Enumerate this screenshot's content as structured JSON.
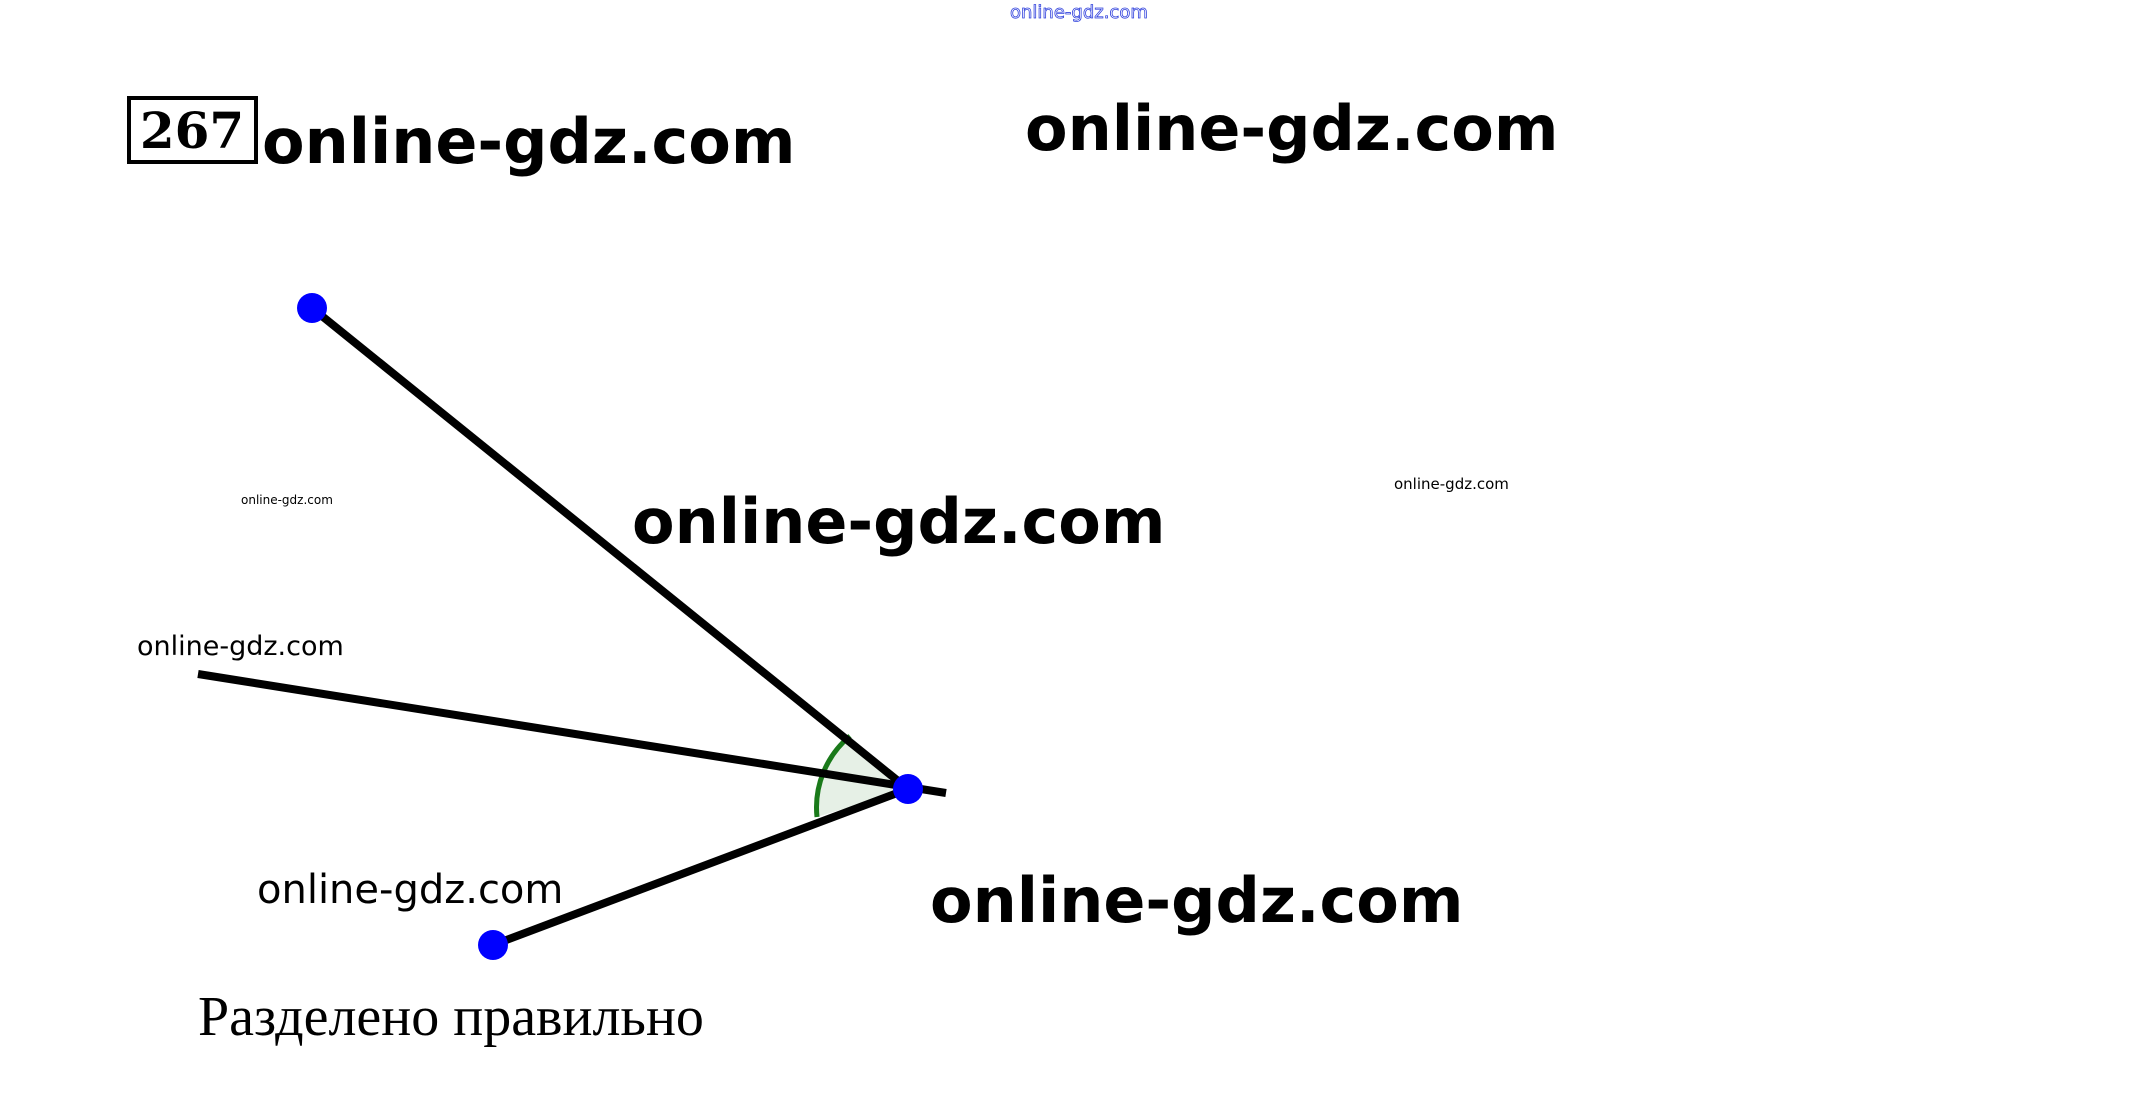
{
  "problem_number": "267",
  "caption": "Разделено правильно",
  "watermarks": [
    "online-gdz.com",
    "online-gdz.com",
    "online-gdz.com",
    "online-gdz.com",
    "online-gdz.com",
    "online-gdz.com",
    "online-gdz.com",
    "online-gdz.com",
    "online-gdz.com"
  ],
  "colors": {
    "point": "#0000ff",
    "line": "#000000",
    "angle_arc": "#1a7a1a",
    "angle_fill": "#e6f0e6",
    "top_watermark": "#3344dd"
  }
}
